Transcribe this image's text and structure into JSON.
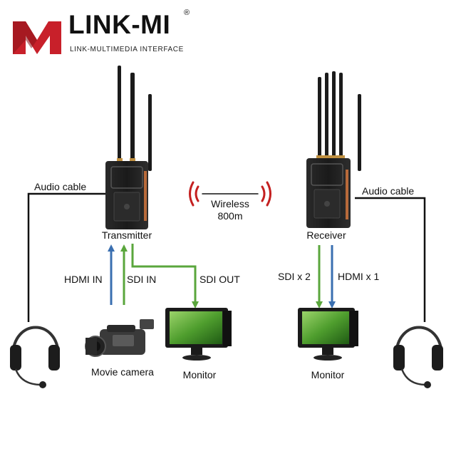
{
  "brand": {
    "name": "LINK-MI",
    "registered": "®",
    "tagline": "LINK-MULTIMEDIA INTERFACE",
    "logo_colors": {
      "red": "#c8202a",
      "dark_red": "#8a1419"
    }
  },
  "diagram": {
    "devices": {
      "transmitter": "Transmitter",
      "receiver": "Receiver",
      "movie_camera": "Movie camera",
      "monitor_left": "Monitor",
      "monitor_right": "Monitor"
    },
    "wireless": {
      "line1": "Wireless",
      "line2": "800m"
    },
    "connections": {
      "audio_left": "Audio cable",
      "audio_right": "Audio cable",
      "hdmi_in": "HDMI IN",
      "sdi_in": "SDI IN",
      "sdi_out": "SDI OUT",
      "sdi_x2": "SDI x 2",
      "hdmi_x1": "HDMI x 1"
    },
    "colors": {
      "hdmi": "#3a6fb0",
      "sdi": "#5aa63c",
      "cable": "#111111",
      "signal": "#c42020"
    }
  }
}
